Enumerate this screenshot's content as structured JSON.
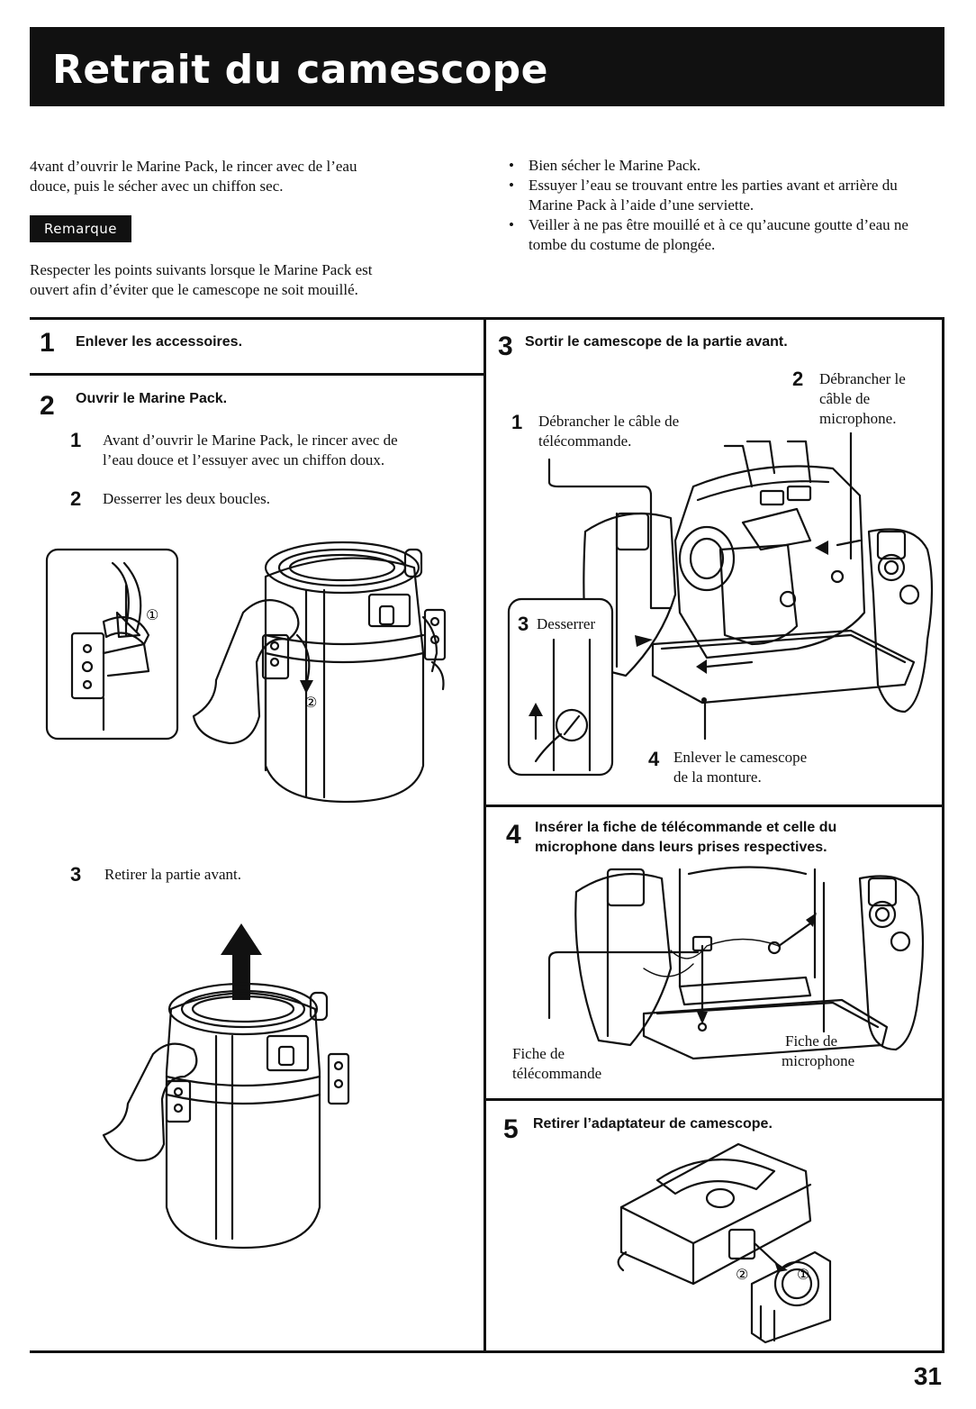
{
  "header": {
    "title": "Retrait du camescope"
  },
  "intro": {
    "line1": "4vant d’ouvrir le Marine Pack, le rincer avec de l’eau",
    "line2": "douce, puis le sécher avec un chiffon sec."
  },
  "remarque": {
    "label": "Remarque",
    "line1": "Respecter les points suivants lorsque le Marine Pack est",
    "line2": "ouvert afin d’éviter que le camescope ne soit mouillé."
  },
  "bullets": [
    "Bien sécher le Marine Pack.",
    "Essuyer l’eau se trouvant entre les parties avant et arrière du Marine Pack à l’aide d’une serviette.",
    "Veiller à ne pas être mouillé et à ce qu’aucune goutte d’eau ne tombe du costume de plongée."
  ],
  "steps": {
    "s1": {
      "num": "1",
      "title": "Enlever les accessoires."
    },
    "s2": {
      "num": "2",
      "title": "Ouvrir le Marine Pack.",
      "sub1_num": "1",
      "sub1_line1": "Avant d’ouvrir le Marine Pack, le rincer avec de",
      "sub1_line2": "l’eau douce et l’essuyer avec un chiffon doux.",
      "sub2_num": "2",
      "sub2": "Desserrer les deux boucles.",
      "sub3_num": "3",
      "sub3": "Retirer la partie avant.",
      "mark1": "①",
      "mark2": "②"
    },
    "s3": {
      "num": "3",
      "title": "Sortir le camescope de la partie avant.",
      "c1_num": "1",
      "c1_line1": "Débrancher le câble de",
      "c1_line2": "télécommande.",
      "c2_num": "2",
      "c2_line1": "Débrancher le",
      "c2_line2": "câble de",
      "c2_line3": "microphone.",
      "c3_num": "3",
      "c3": "Desserrer",
      "c4_num": "4",
      "c4_line1": "Enlever le camescope",
      "c4_line2": "de la monture."
    },
    "s4": {
      "num": "4",
      "title_line1": "Insérer la fiche de télécommande et celle du",
      "title_line2": "microphone dans leurs prises respectives.",
      "l1_line1": "Fiche de",
      "l1_line2": "télécommande",
      "l2_line1": "Fiche de",
      "l2_line2": "microphone"
    },
    "s5": {
      "num": "5",
      "title": "Retirer l’adaptateur de camescope.",
      "mark1": "①",
      "mark2": "②"
    }
  },
  "page_number": "31"
}
